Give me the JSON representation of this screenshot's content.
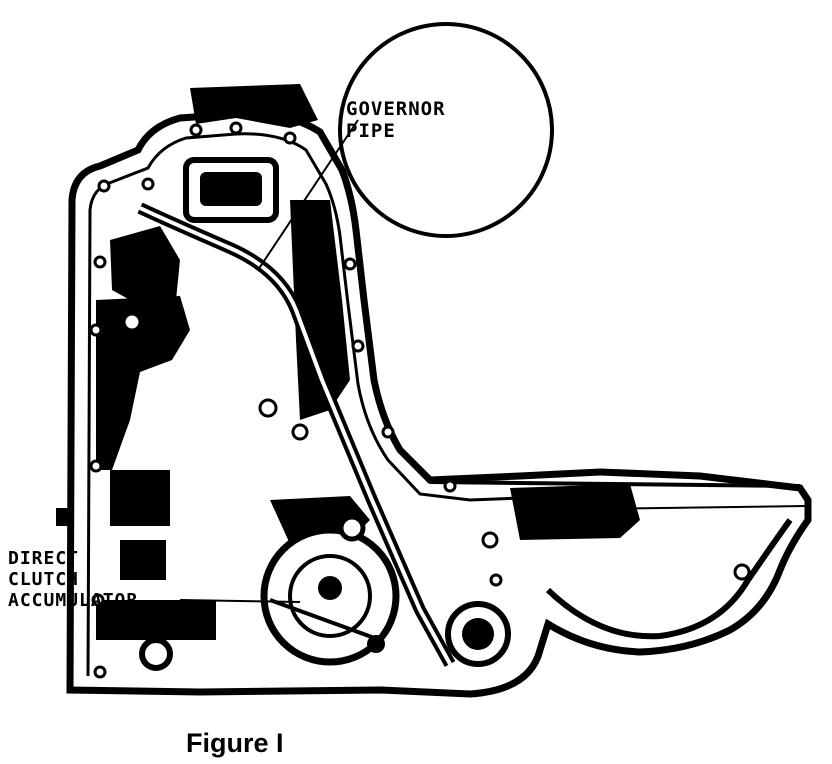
{
  "callouts": {
    "governor_pipe": {
      "line1": "GOVERNOR",
      "line2": "PIPE"
    },
    "direct_clutch_accumulator": {
      "line1": "DIRECT",
      "line2": "CLUTCH",
      "line3": "ACCUMULATOR"
    }
  },
  "caption": "Figure I"
}
